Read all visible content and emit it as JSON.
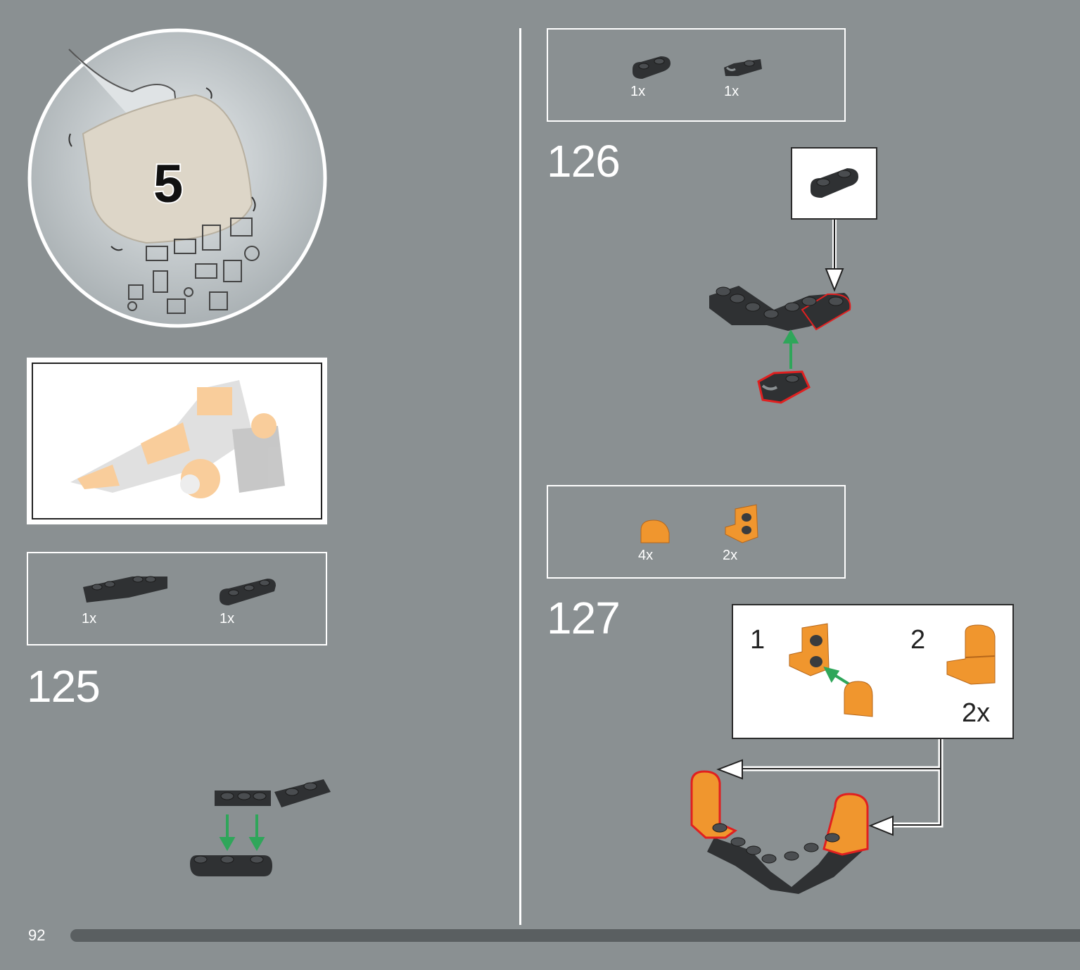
{
  "bag": {
    "number": "5"
  },
  "step125": {
    "number": "125",
    "parts": [
      {
        "qty": "1x",
        "part": "dark-grey-hinge-plate-icon"
      },
      {
        "qty": "1x",
        "part": "dark-grey-plate-1x3-rounded-icon"
      }
    ]
  },
  "step126": {
    "number": "126",
    "parts": [
      {
        "qty": "1x",
        "part": "dark-grey-plate-1x2-rounded-icon"
      },
      {
        "qty": "1x",
        "part": "dark-grey-clip-plate-icon"
      }
    ]
  },
  "step127": {
    "number": "127",
    "parts": [
      {
        "qty": "4x",
        "part": "orange-curved-slope-icon"
      },
      {
        "qty": "2x",
        "part": "orange-bracket-icon"
      }
    ],
    "substep_1": "1",
    "substep_2": "2",
    "multiplier": "2x"
  },
  "footer": {
    "page_number": "92"
  },
  "colors": {
    "background": "#8a9092",
    "dark_grey": "#3a3c3e",
    "orange": "#f0962e",
    "green_arrow": "#2fa65a",
    "highlight_red": "#e02020"
  }
}
